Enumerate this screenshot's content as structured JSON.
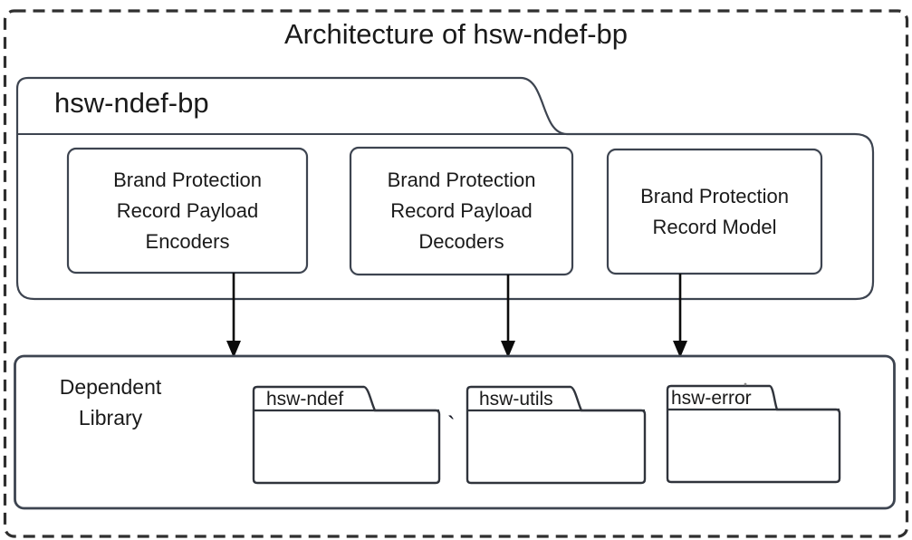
{
  "diagram": {
    "title": "Architecture of hsw-ndef-bp",
    "package": {
      "label": "hsw-ndef-bp",
      "modules": [
        {
          "label": "Brand Protection\nRecord Payload\nEncoders"
        },
        {
          "label": "Brand Protection\nRecord Payload\nDecoders"
        },
        {
          "label": "Brand Protection\nRecord Model"
        }
      ]
    },
    "dependent": {
      "label": "Dependent\nLibrary",
      "folders": [
        {
          "label": "hsw-ndef"
        },
        {
          "label": "hsw-utils"
        },
        {
          "label": "hsw-error"
        }
      ]
    },
    "stray_mark": "`",
    "colors": {
      "background": "#ffffff",
      "shape_border": "#3d4450",
      "folder_border": "#30343c",
      "dashed_border": "#2f2f2f",
      "arrow": "#0b0b0b",
      "fill": "#ffffff",
      "text": "#1a1a1a"
    }
  }
}
